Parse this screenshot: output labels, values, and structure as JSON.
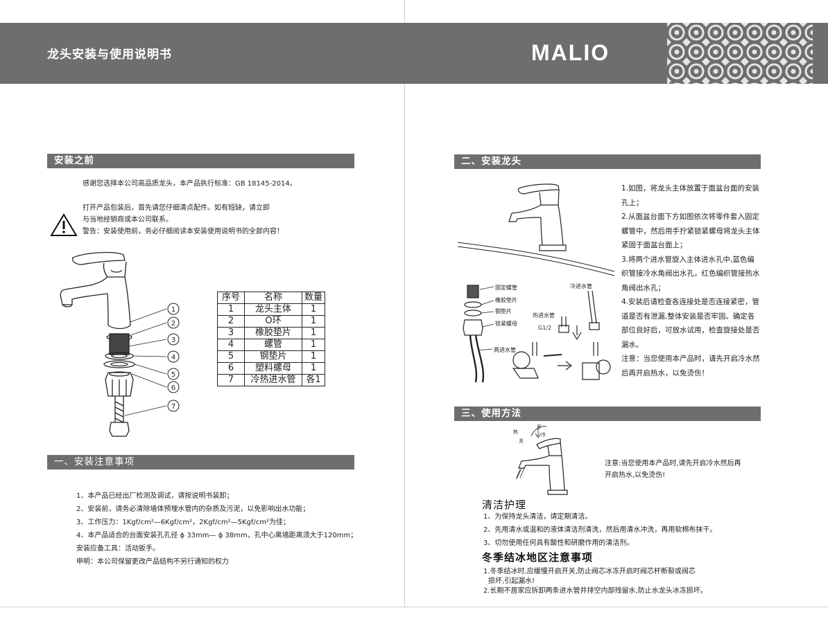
{
  "header": {
    "title": "龙头安装与使用说明书",
    "logo": "MALIO"
  },
  "before": {
    "title": "安装之前",
    "thanks": "感谢您选择本公司高品质龙头，本产品执行标准：GB 18145-2014。",
    "open1": "打开产品包装后，首先请您仔细清点配件。如有短缺，请立即",
    "open2": "与当地经销商或本公司联系。",
    "warning": "警告：安装使用前，务必仔细阅读本安装使用说明书的全部内容！"
  },
  "diagram_numbers": [
    "1",
    "2",
    "3",
    "4",
    "5",
    "6",
    "7"
  ],
  "parts_table": {
    "headers": [
      "序号",
      "名称",
      "数量"
    ],
    "rows": [
      [
        "1",
        "龙头主体",
        "1"
      ],
      [
        "2",
        "O环",
        "1"
      ],
      [
        "3",
        "橡胶垫片",
        "1"
      ],
      [
        "4",
        "螺管",
        "1"
      ],
      [
        "5",
        "钢垫片",
        "1"
      ],
      [
        "6",
        "塑料螺母",
        "1"
      ],
      [
        "7",
        "冷热进水管",
        "各1"
      ]
    ]
  },
  "notes": {
    "title": "一、安装注意事项",
    "items": [
      "1、本产品已经出厂检测及调试，请按说明书装卸；",
      "2、安装前，请务必清除墙体预埋水管内的杂质及污泥，以免影响出水功能；",
      "3、工作压力：1Kgf/cm²—6Kgf/cm²，2Kgf/cm²—5Kgf/cm²为佳；",
      "4、本产品适合的台面安装孔孔径 ϕ 33mm— ϕ 38mm，孔中心离墙距离须大于120mm；",
      "安装应备工具：活动扳手。",
      "申明：本公司保留更改产品结构不另行通知的权力"
    ]
  },
  "install": {
    "title": "二、安装龙头",
    "labels": {
      "fixing_nut": "固定螺管",
      "rubber_washer": "橡胶垫片",
      "steel_washer": "钢垫片",
      "lock_nut": "锁紧螺母",
      "hot_pipe": "热进水管",
      "cold_pipe": "冷进水管",
      "g12": "G1/2",
      "two_pipes": "两进水管"
    },
    "steps": [
      "1.如图，将龙头主体放置于面盆台面的安装孔上；",
      "2.从面盆台面下方如图依次将零件套入固定螺管中，然后用手拧紧锁紧螺母将龙头主体紧固于面盆台面上；",
      "3.将两个进水管旋入主体进水孔中,蓝色编织管接冷水角阀出水孔，红色编织管接热水角阀出水孔；",
      "4.安装后请检查各连接处是否连接紧密，管道是否有泄漏,整体安装是否牢固。确定各部位良好后，可放水试用，检查旋接处是否漏水。",
      "注意：当您使用本产品时，请先开启冷水然后再开启热水，以免烫伤！"
    ]
  },
  "usage": {
    "title": "三、使用方法",
    "dir_hot": "热",
    "dir_open": "开",
    "dir_close": "关",
    "dir_cold": "冷",
    "note1": "注意:当您使用本产品时,请先开启冷水然后再",
    "note2": "开启热水,以免烫伤!"
  },
  "cleaning": {
    "title": "清洁护理",
    "items": [
      "1、为保持龙头清洁，请定期清洁。",
      "2、先用清水或温和的液体清洁剂清洗，然后用清水冲洗，再用软棉布抹干。",
      "3、切勿使用任何具有酸性和研磨作用的清洁剂。"
    ]
  },
  "winter": {
    "title": "冬季结冰地区注意事项",
    "line1": "1.冬季结冰时,应缓慢开启开关,防止阀芯冰冻开启时阀芯杆断裂或阀芯",
    "line2": "损坏,引起漏水!",
    "line3": "2.长期不居家应拆卸两条进水管并排空内部残留水,防止水龙头冰冻损坏。"
  },
  "colors": {
    "band": "#6e6e6e",
    "text": "#222222",
    "white": "#ffffff"
  }
}
